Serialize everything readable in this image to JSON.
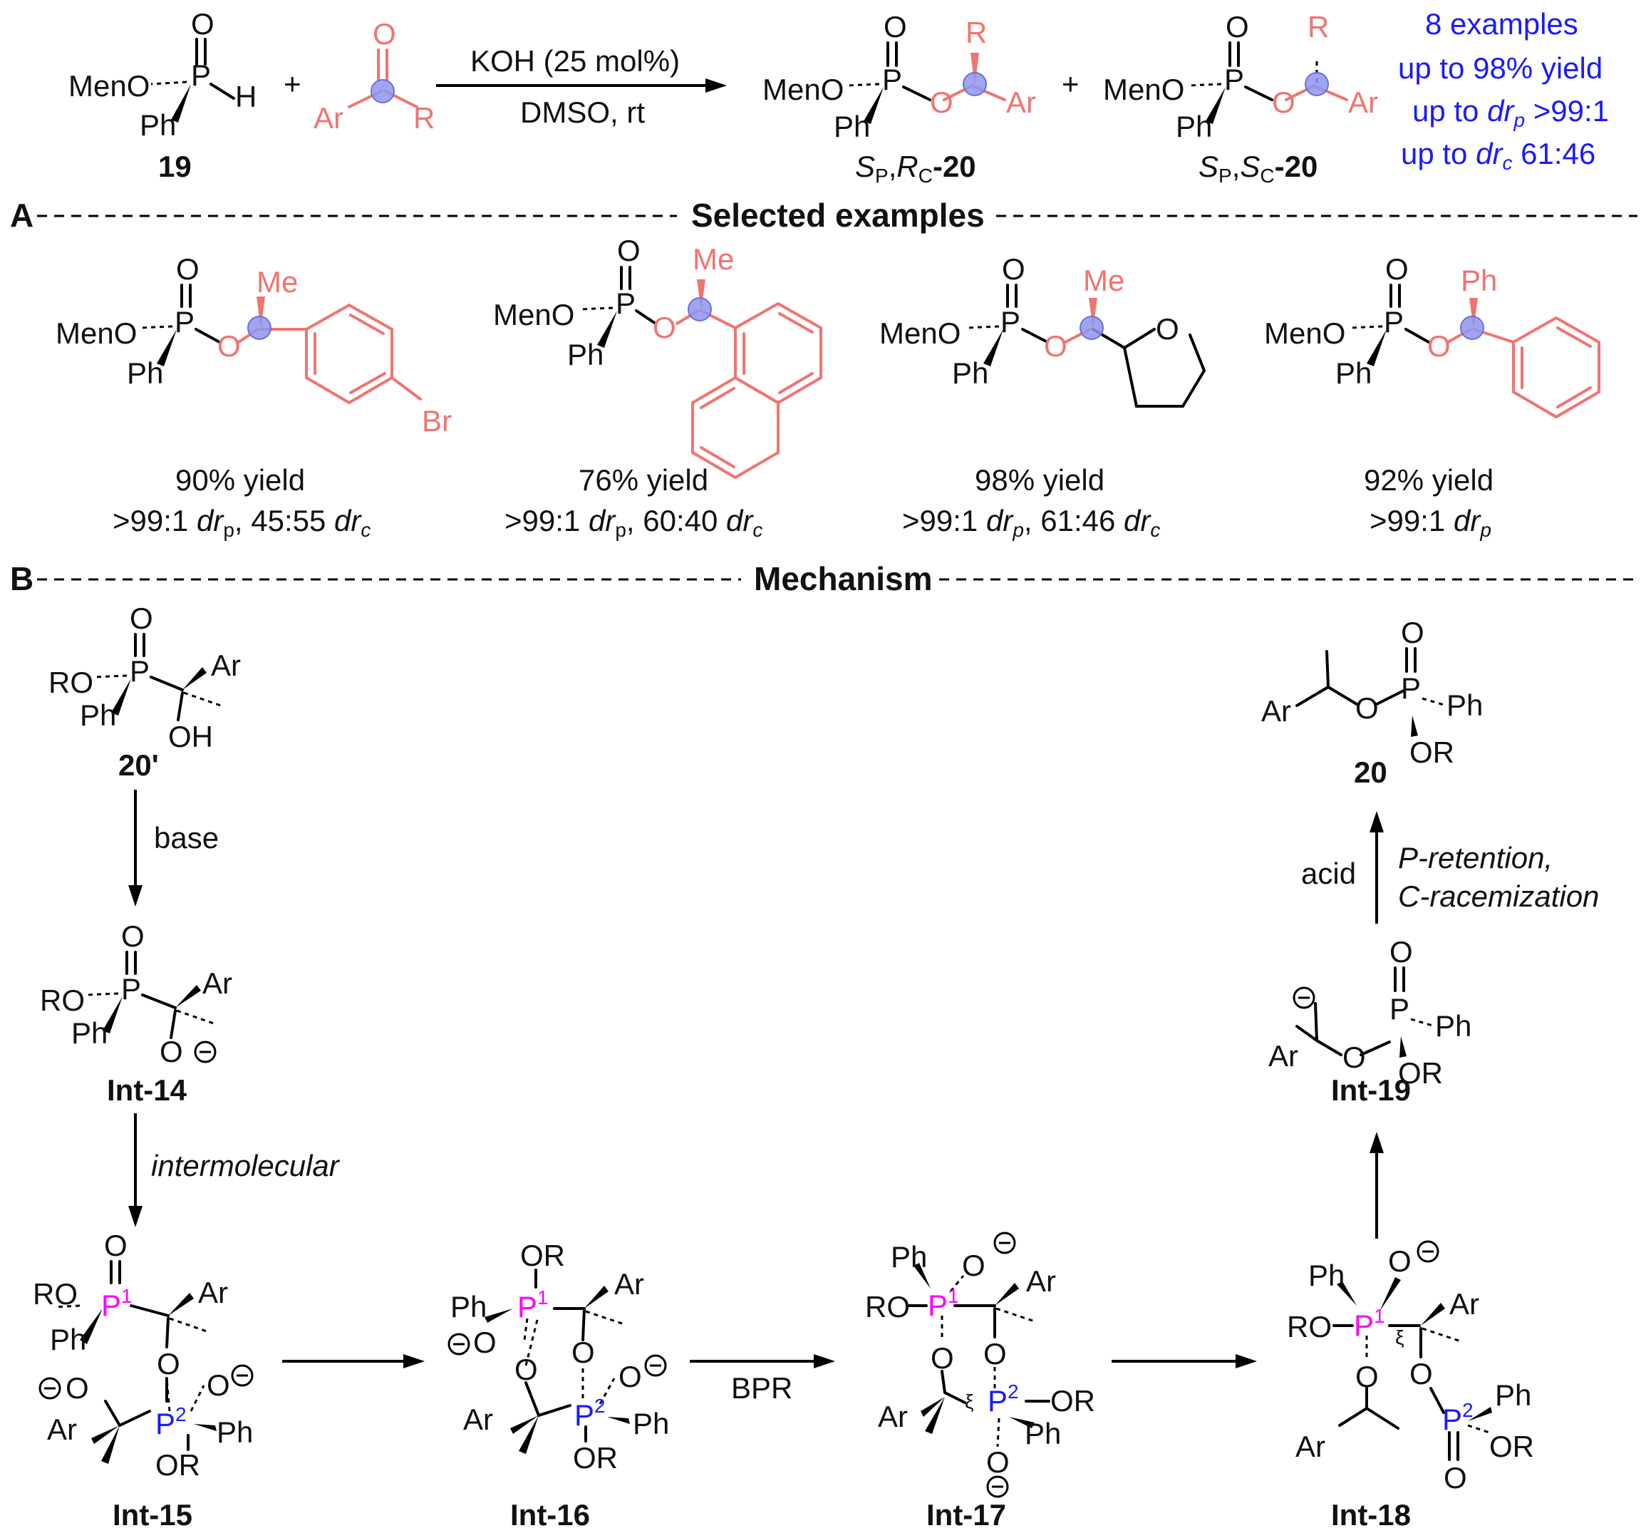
{
  "top": {
    "reagent_19": {
      "meno": "MenO",
      "p": "P",
      "o": "O",
      "h": "H",
      "ph": "Ph",
      "label": "19"
    },
    "plus1": "+",
    "ketone": {
      "ar": "Ar",
      "o": "O",
      "r": "R"
    },
    "conditions": {
      "above": "KOH (25 mol%)",
      "below": "DMSO, rt"
    },
    "product1": {
      "meno": "MenO",
      "p": "P",
      "o": "O",
      "o2": "O",
      "ph": "Ph",
      "r": "R",
      "ar": "Ar",
      "label_s": "S",
      "label_p": "P",
      "label_comma": ",",
      "label_r": "R",
      "label_c": "C",
      "label_num": "-20"
    },
    "plus2": "+",
    "product2": {
      "meno": "MenO",
      "p": "P",
      "o": "O",
      "o2": "O",
      "ph": "Ph",
      "r": "R",
      "ar": "Ar",
      "label_s": "S",
      "label_p": "P",
      "label_comma": ",",
      "label_s2": "S",
      "label_c": "C",
      "label_num": "-20"
    },
    "summary": {
      "line1": "8 examples",
      "line2": "up to 98% yield",
      "line3_a": "up to ",
      "line3_dr": "dr",
      "line3_sub": "p",
      "line3_b": " >99:1",
      "line4_a": "up to ",
      "line4_dr": "dr",
      "line4_sub": "c",
      "line4_b": " 61:46"
    }
  },
  "section_a": {
    "letter": "A",
    "title": "Selected examples"
  },
  "examples": [
    {
      "meno": "MenO",
      "p": "P",
      "o": "O",
      "o2": "O",
      "ph": "Ph",
      "sub": "Me",
      "extra": "Br",
      "yield": "90% yield",
      "dr_a": ">99:1 ",
      "dr_1": "dr",
      "dr_1s": "p",
      "dr_b": ", 45:55 ",
      "dr_2": "dr",
      "dr_2s": "c"
    },
    {
      "meno": "MenO",
      "p": "P",
      "o": "O",
      "o2": "O",
      "ph": "Ph",
      "sub": "Me",
      "yield": "76% yield",
      "dr_a": ">99:1 ",
      "dr_1": "dr",
      "dr_1s": "p",
      "dr_b": ", 60:40 ",
      "dr_2": "dr",
      "dr_2s": "c"
    },
    {
      "meno": "MenO",
      "p": "P",
      "o": "O",
      "o2": "O",
      "ph": "Ph",
      "sub": "Me",
      "ring_o": "O",
      "yield": "98% yield",
      "dr_a": ">99:1 ",
      "dr_1": "dr",
      "dr_1s": "p",
      "dr_b": ", 61:46 ",
      "dr_2": "dr",
      "dr_2s": "c"
    },
    {
      "meno": "MenO",
      "p": "P",
      "o": "O",
      "o2": "O",
      "ph": "Ph",
      "sub": "Ph",
      "yield": "92% yield",
      "dr_a": ">99:1 ",
      "dr_1": "dr",
      "dr_1s": "p"
    }
  ],
  "section_b": {
    "letter": "B",
    "title": "Mechanism"
  },
  "mechanism": {
    "c20p": {
      "ro": "RO",
      "p": "P",
      "o": "O",
      "ph": "Ph",
      "ar": "Ar",
      "oh": "OH",
      "label": "20'"
    },
    "arrow_base": "base",
    "int14": {
      "ro": "RO",
      "p": "P",
      "o": "O",
      "ph": "Ph",
      "ar": "Ar",
      "o2": "O",
      "label": "Int-14"
    },
    "arrow_inter": "intermolecular",
    "int15": {
      "ro": "RO",
      "o": "O",
      "p1": "P",
      "sup1": "1",
      "ph1": "Ph",
      "ar1": "Ar",
      "o_up": "O",
      "o_a": "O",
      "o_b": "O",
      "ar2": "Ar",
      "p2": "P",
      "sup2": "2",
      "ph2": "Ph",
      "or": "OR",
      "label": "Int-15"
    },
    "int16": {
      "or_top": "OR",
      "ph": "Ph",
      "p1": "P",
      "sup1": "1",
      "ar1": "Ar",
      "o1": "O",
      "o_l": "O",
      "o_m": "O",
      "o2": "O",
      "ar2": "Ar",
      "p2": "P",
      "sup2": "2",
      "ph2": "Ph",
      "or": "OR",
      "label": "Int-16"
    },
    "arrow_bpr": "BPR",
    "int17": {
      "ph": "Ph",
      "o_top": "O",
      "ro": "RO",
      "p1": "P",
      "sup1": "1",
      "ar1": "Ar",
      "o_l": "O",
      "o_r": "O",
      "ar2": "Ar",
      "p2": "P",
      "sup2": "2",
      "or": "OR",
      "o_b": "O",
      "ph2": "Ph",
      "label": "Int-17"
    },
    "int18": {
      "ph": "Ph",
      "o_top": "O",
      "ro": "RO",
      "p1": "P",
      "sup1": "1",
      "ar1": "Ar",
      "o_l": "O",
      "o_r": "O",
      "ar2": "Ar",
      "p2": "P",
      "sup2": "2",
      "ph2": "Ph",
      "or": "OR",
      "o_b": "O",
      "label": "Int-18"
    },
    "int19": {
      "ar": "Ar",
      "o": "O",
      "p": "P",
      "o_top": "O",
      "ph": "Ph",
      "or": "OR",
      "label": "Int-19"
    },
    "arrow_acid": "acid",
    "arrow_note1": "P-retention,",
    "arrow_note2": "C-racemization",
    "c20": {
      "ar": "Ar",
      "o": "O",
      "p": "P",
      "o_top": "O",
      "ph": "Ph",
      "or": "OR",
      "label": "20"
    }
  }
}
